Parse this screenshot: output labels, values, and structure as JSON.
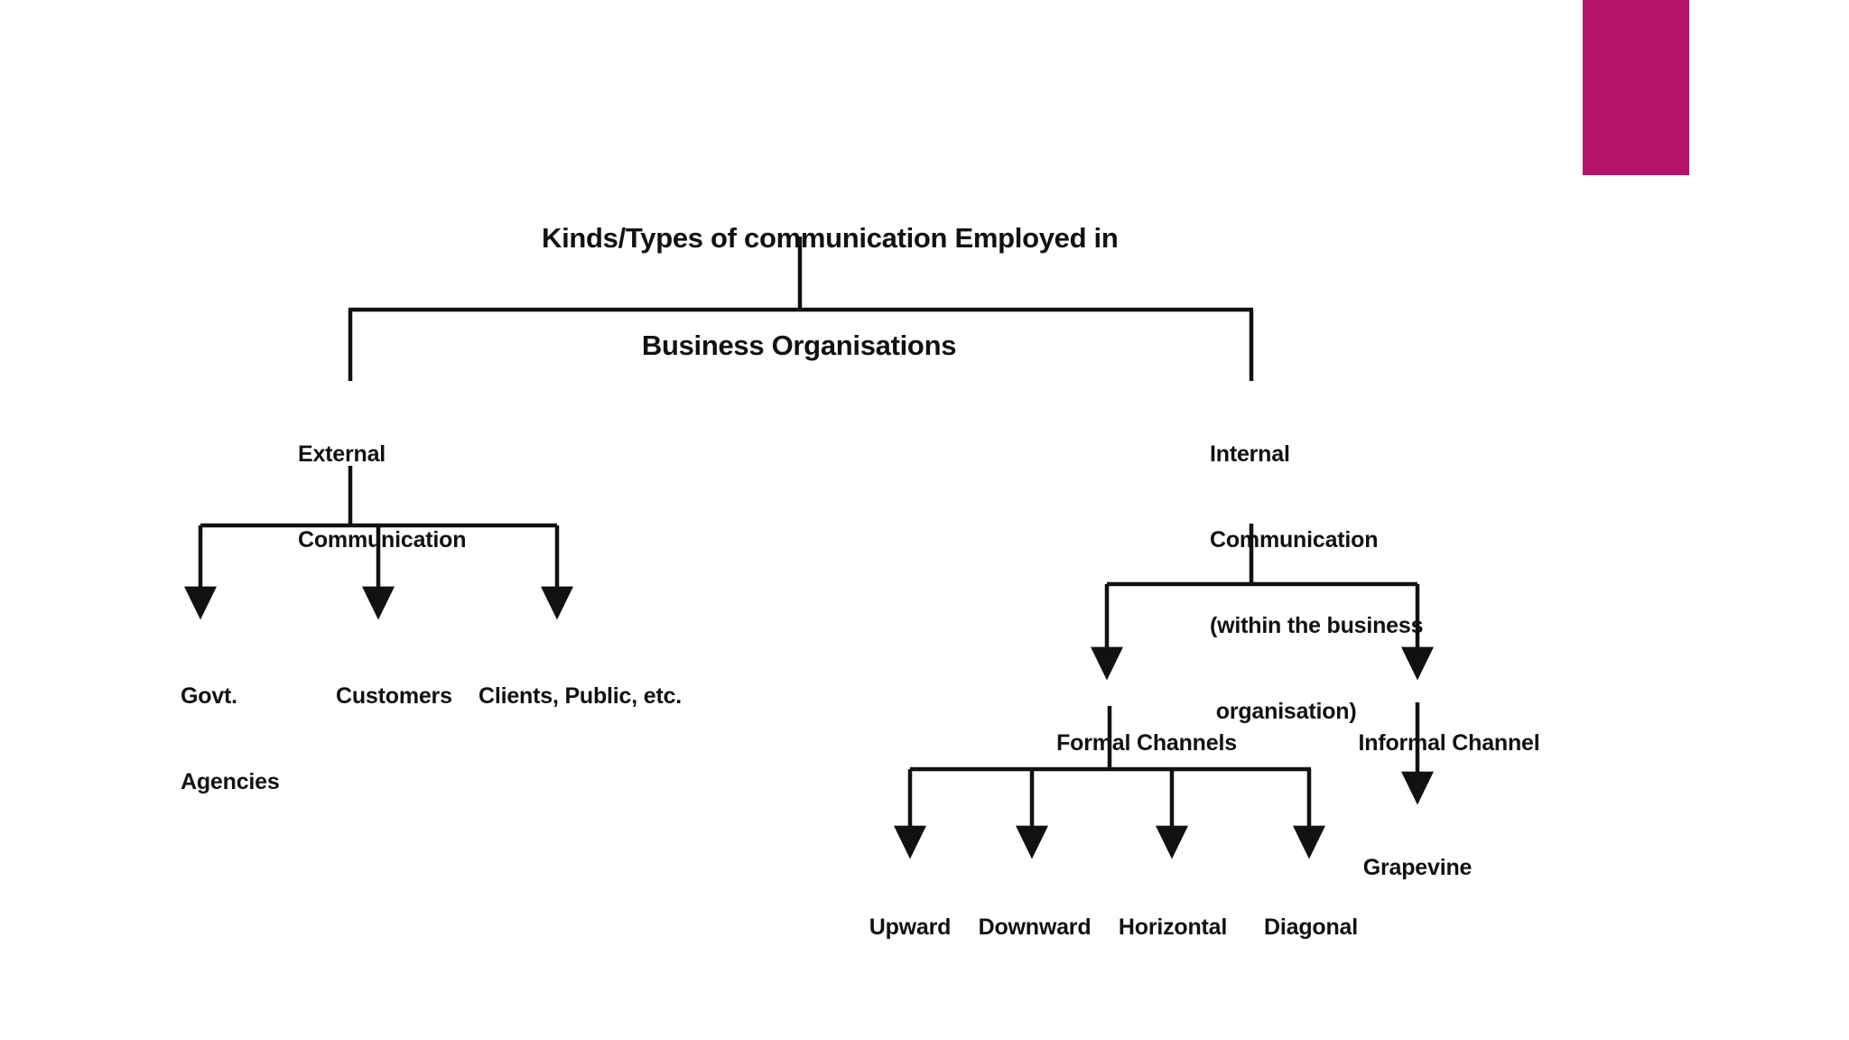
{
  "slide": {
    "background_color": "#ffffff",
    "accent_bar_color": "#b5126a",
    "line_color": "#111111"
  },
  "diagram": {
    "type": "tree",
    "title": {
      "line1": "Kinds/Types of communication Employed in",
      "line2": "Business Organisations"
    },
    "branches": {
      "external": {
        "label_line1": "External",
        "label_line2": "Communication",
        "children": [
          {
            "line1": "Govt.",
            "line2": "Agencies"
          },
          {
            "line1": "Customers",
            "line2": ""
          },
          {
            "line1": "Clients, Public, etc.",
            "line2": ""
          }
        ]
      },
      "internal": {
        "label_line1": "Internal",
        "label_line2": "Communication",
        "label_line3": "(within the business",
        "label_line4": " organisation)",
        "children": [
          {
            "label": "Formal Channels",
            "children": [
              {
                "label": "Upward"
              },
              {
                "label": "Downward"
              },
              {
                "label": "Horizontal"
              },
              {
                "label": "Diagonal"
              }
            ]
          },
          {
            "label": "Informal Channel",
            "children": [
              {
                "label": "Grapevine"
              }
            ]
          }
        ]
      }
    }
  }
}
